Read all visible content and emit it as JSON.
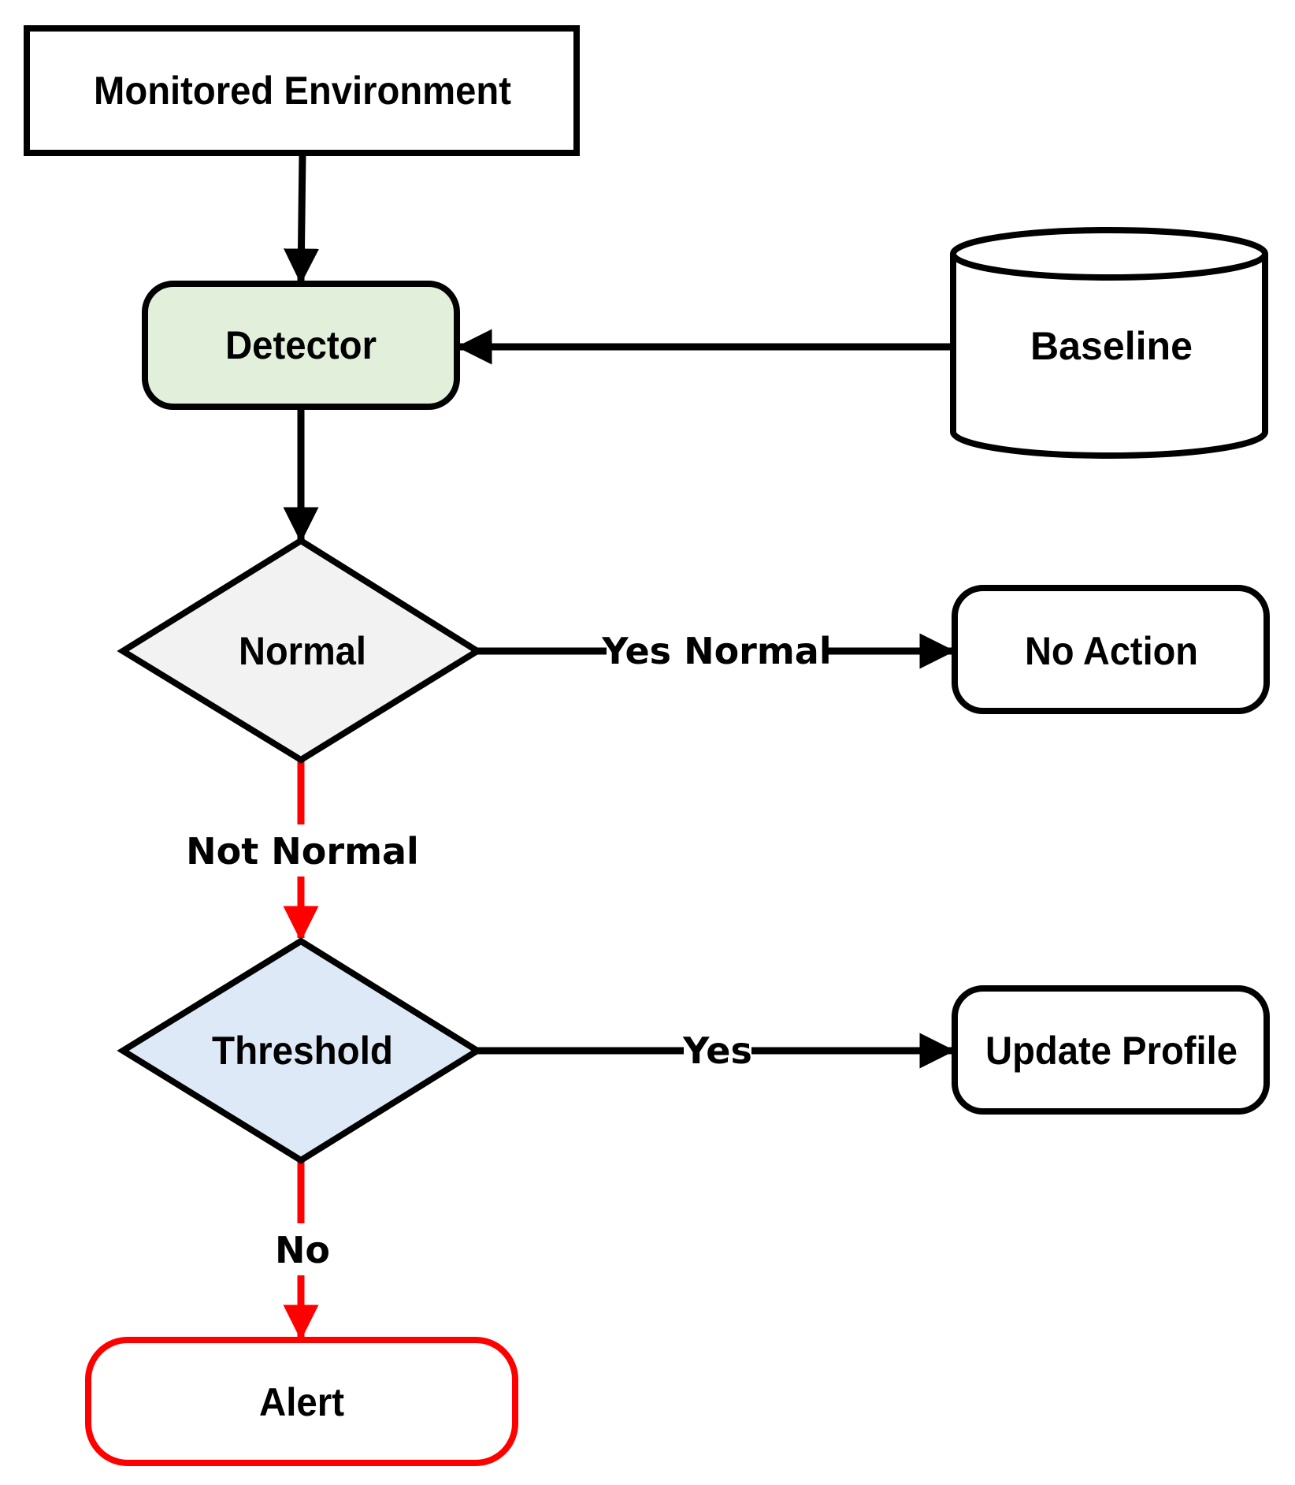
{
  "nodes": {
    "monitored_environment": "Monitored Environment",
    "detector": "Detector",
    "baseline": "Baseline",
    "normal": "Normal",
    "no_action": "No Action",
    "threshold": "Threshold",
    "update_profile": "Update Profile",
    "alert": "Alert"
  },
  "edge_labels": {
    "yes_normal": "Yes Normal",
    "not_normal": "Not Normal",
    "yes": "Yes",
    "no": "No"
  },
  "colors": {
    "stroke": "#000000",
    "alert_stroke": "#ff0000",
    "detector_fill": "#e2efda",
    "normal_fill": "#f2f2f2",
    "threshold_fill": "#dde9f6",
    "default_fill": "#ffffff"
  }
}
